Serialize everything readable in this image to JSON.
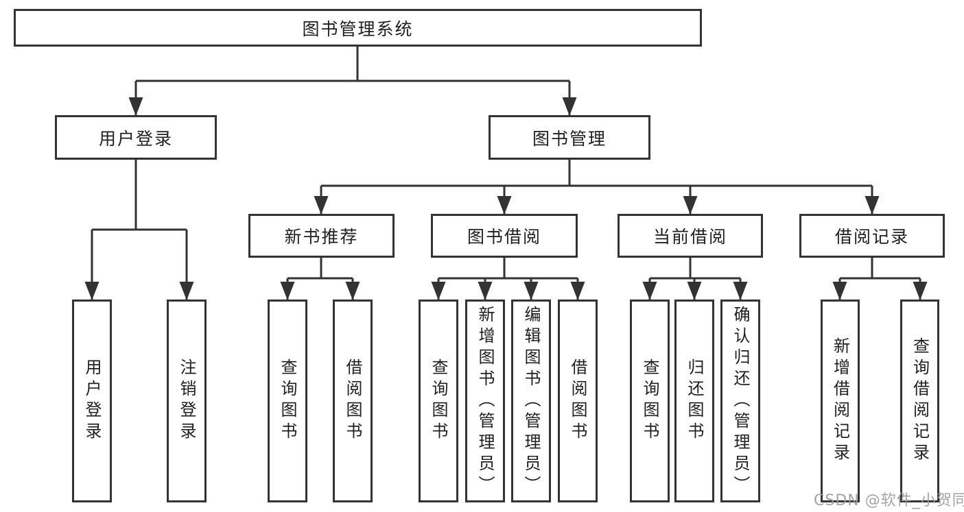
{
  "diagram": {
    "root_label": "图书管理系统",
    "branches": [
      {
        "label": "用户登录",
        "children": [
          "用户登录",
          "注销登录"
        ]
      },
      {
        "label": "图书管理",
        "groups": [
          {
            "label": "新书推荐",
            "children": [
              "查询图书",
              "借阅图书"
            ]
          },
          {
            "label": "图书借阅",
            "children": [
              "查询图书",
              "新增图书（管理员）",
              "编辑图书（管理员）",
              "借阅图书"
            ]
          },
          {
            "label": "当前借阅",
            "children": [
              "查询图书",
              "归还图书",
              "确认归还（管理员）"
            ]
          },
          {
            "label": "借阅记录",
            "children": [
              "新增借阅记录",
              "查询借阅记录"
            ]
          }
        ]
      }
    ]
  },
  "watermark": {
    "text": "CSDN @软件_小贺同学",
    "color": "#9c9c9c"
  },
  "colors": {
    "line": "#333333",
    "border": "#333333",
    "text": "#1f1f1f",
    "background": "#ffffff"
  }
}
